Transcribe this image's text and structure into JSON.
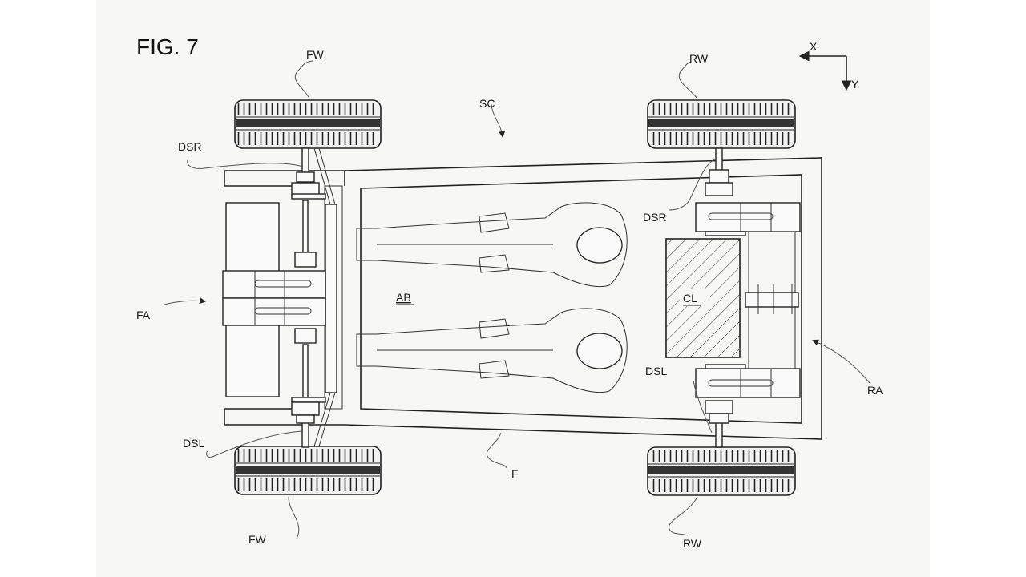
{
  "figure": {
    "title": "FIG. 7",
    "axes": {
      "x_label": "X",
      "y_label": "Y"
    },
    "labels": {
      "fw_top": "FW",
      "fw_bottom": "FW",
      "rw_top": "RW",
      "rw_bottom": "RW",
      "dsr_front": "DSR",
      "dsl_front": "DSL",
      "dsr_rear": "DSR",
      "dsl_rear": "DSL",
      "sc": "SC",
      "ab": "AB",
      "cl": "CL",
      "fa": "FA",
      "ra": "RA",
      "f": "F"
    },
    "colors": {
      "line": "#222222",
      "paper": "#f7f7f6",
      "background": "#ffffff"
    }
  }
}
